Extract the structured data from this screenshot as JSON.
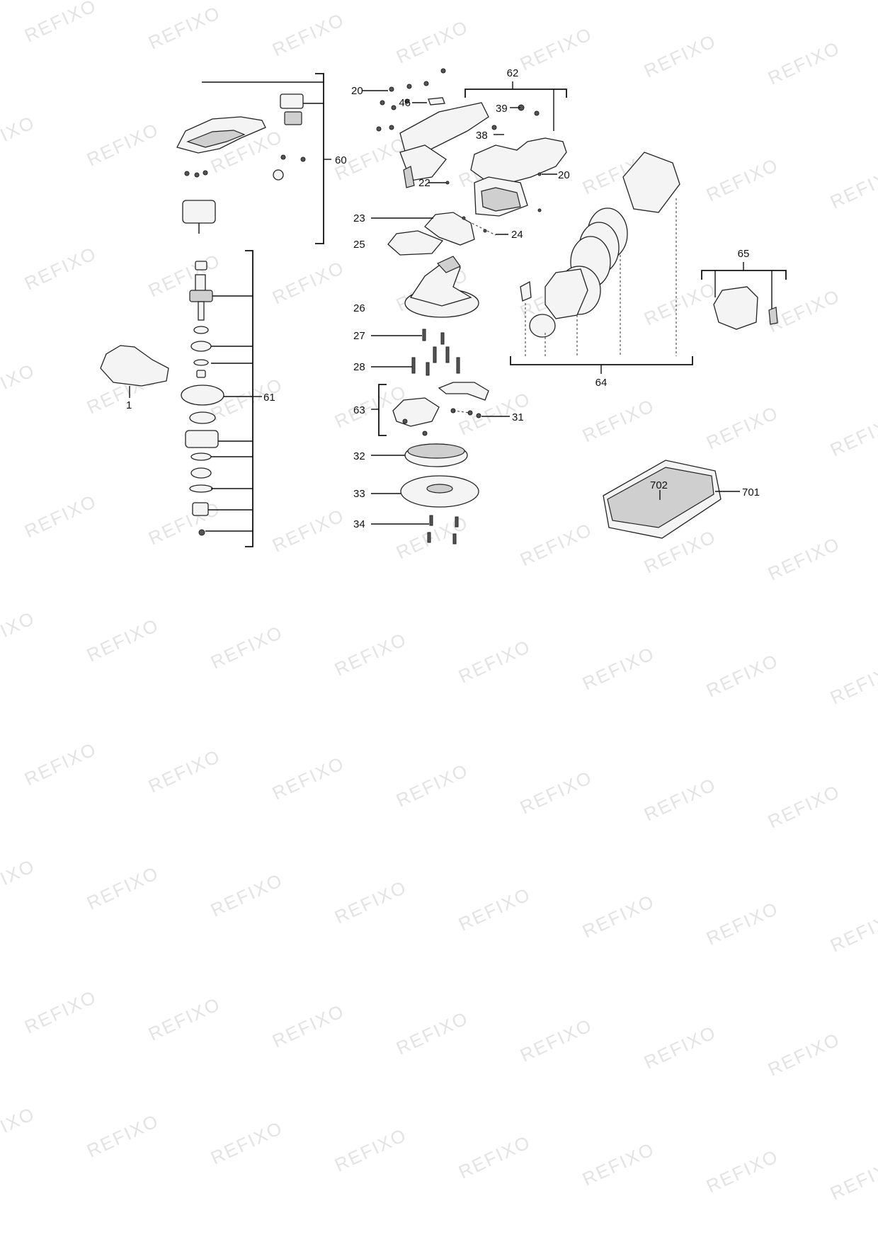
{
  "watermark": "REFIXO",
  "labels": {
    "l1": "1",
    "l20a": "20",
    "l20b": "20",
    "l22": "22",
    "l23": "23",
    "l24": "24",
    "l25": "25",
    "l26": "26",
    "l27": "27",
    "l28": "28",
    "l31": "31",
    "l32": "32",
    "l33": "33",
    "l34": "34",
    "l38": "38",
    "l39": "39",
    "l46": "46",
    "l60": "60",
    "l61": "61",
    "l62": "62",
    "l63": "63",
    "l64": "64",
    "l65": "65",
    "l701": "701",
    "l702": "702"
  }
}
